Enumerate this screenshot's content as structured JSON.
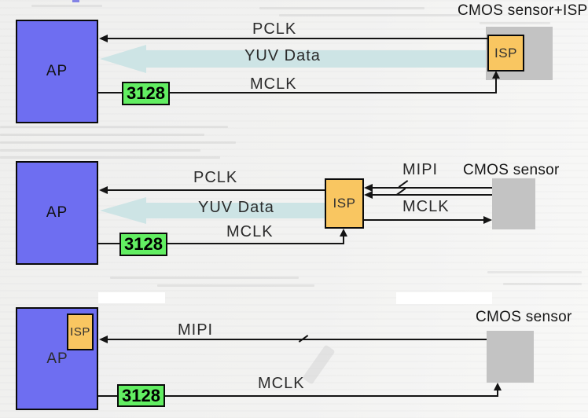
{
  "colors": {
    "ap_box": "#6e6ef1",
    "isp_box": "#f9c661",
    "sensor_box": "#c3c3c3",
    "bridge_chip": "#62ee62",
    "yuv_arrow": "#cde4e5",
    "line": "#141414"
  },
  "rows": [
    {
      "name": "cmos-sensor-with-integrated-isp",
      "ap_label": "AP",
      "bridge_chip_label": "3128",
      "isp_label": "ISP",
      "sensor_title": "CMOS sensor+ISP",
      "labels": {
        "pclk": "PCLK",
        "yuv_data": "YUV Data",
        "mclk": "MCLK"
      }
    },
    {
      "name": "external-isp-between-ap-and-sensor",
      "ap_label": "AP",
      "bridge_chip_label": "3128",
      "isp_label": "ISP",
      "sensor_title": "CMOS sensor",
      "labels": {
        "pclk": "PCLK",
        "yuv_data": "YUV Data",
        "mclk_left": "MCLK",
        "mipi": "MIPI",
        "mclk_right": "MCLK"
      }
    },
    {
      "name": "ap-with-integrated-isp",
      "ap_label": "AP",
      "isp_label": "ISP",
      "bridge_chip_label": "3128",
      "sensor_title": "CMOS sensor",
      "labels": {
        "mipi": "MIPI",
        "mclk": "MCLK"
      }
    }
  ]
}
